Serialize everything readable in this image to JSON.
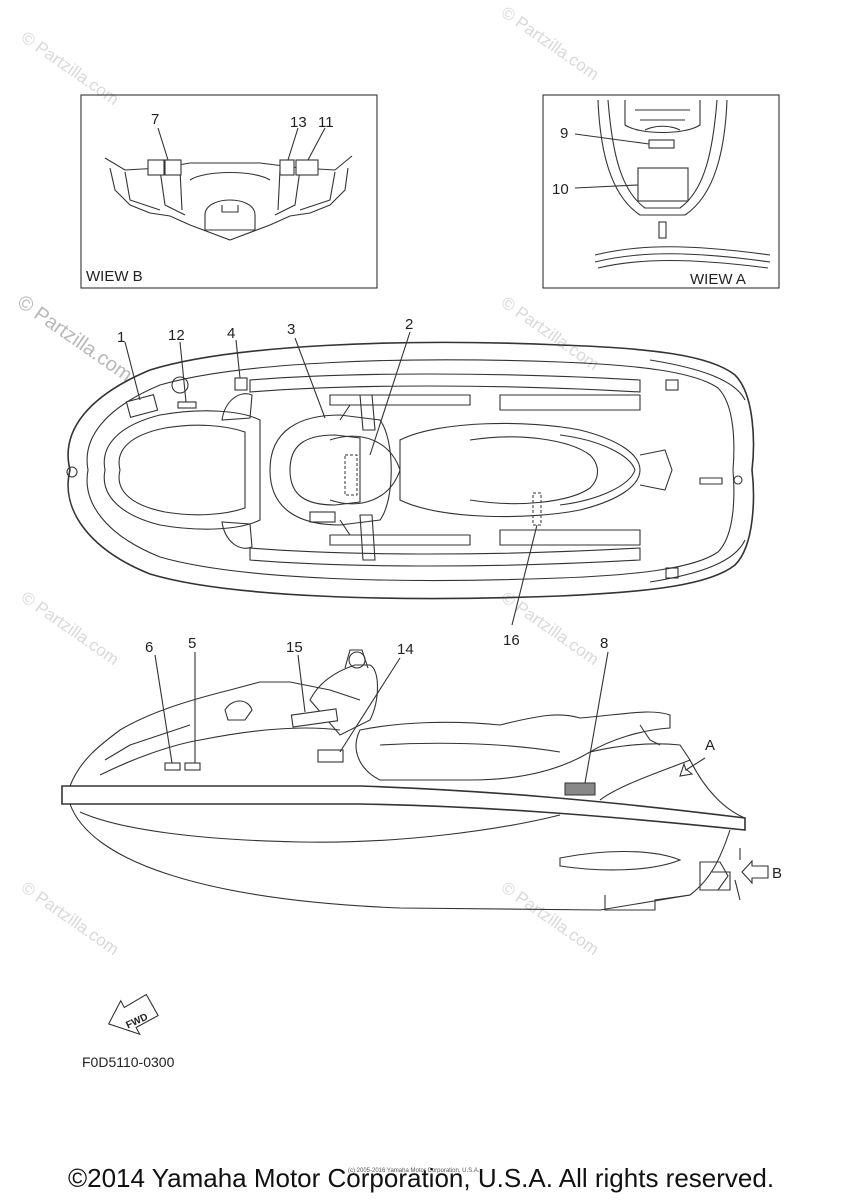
{
  "watermarks": {
    "site": "© Partzilla.com"
  },
  "views": {
    "view_b_label": "WIEW B",
    "view_a_label": "WIEW A",
    "arrow_a": "A",
    "arrow_b": "B"
  },
  "callouts": {
    "c1": "1",
    "c2": "2",
    "c3": "3",
    "c4": "4",
    "c5": "5",
    "c6": "6",
    "c7": "7",
    "c8": "8",
    "c9": "9",
    "c10": "10",
    "c11": "11",
    "c12": "12",
    "c13": "13",
    "c14": "14",
    "c15": "15",
    "c16": "16"
  },
  "fwd_label": "FWD",
  "part_code": "F0D5110-0300",
  "tiny_notice": "(c) 2005-2016 Yamaha Motor Corporation, U.S.A.",
  "footer": {
    "copyright": "©2014 Yamaha Motor Corporation, U.S.A. All rights reserved."
  }
}
